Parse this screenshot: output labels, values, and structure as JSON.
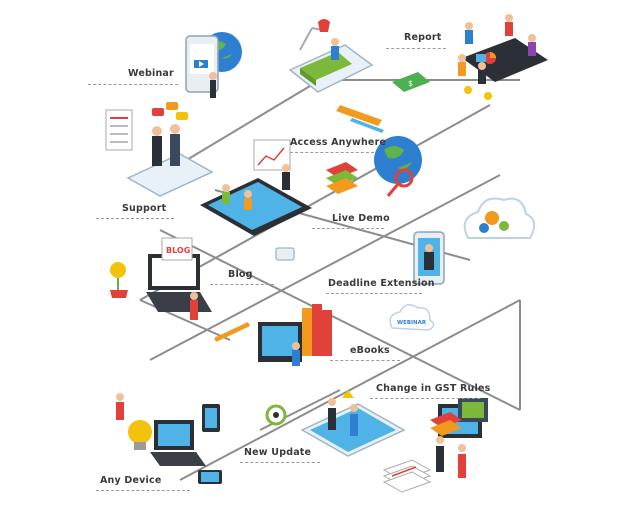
{
  "labels": {
    "webinar": "Webinar",
    "report": "Report",
    "access_anywhere": "Access Anywhere",
    "support": "Support",
    "live_demo": "Live Demo",
    "blog": "Blog",
    "deadline_extension": "Deadline Extension",
    "ebooks": "eBooks",
    "change_gst": "Change in GST Rules",
    "new_update": "New Update",
    "any_device": "Any Device"
  },
  "decor": {
    "blog_sign": "BLOG",
    "webinar_cloud": "WEBINAR",
    "banknote": "$"
  },
  "colors": {
    "network_line": "#8c8c8c",
    "tablet_dark": "#2b2f36",
    "screen_blue": "#4fb3e8",
    "sofa_green": "#7cb83a",
    "globe_blue": "#2f7fd1",
    "accent_red": "#e2403a",
    "accent_orange": "#f39a1e"
  }
}
